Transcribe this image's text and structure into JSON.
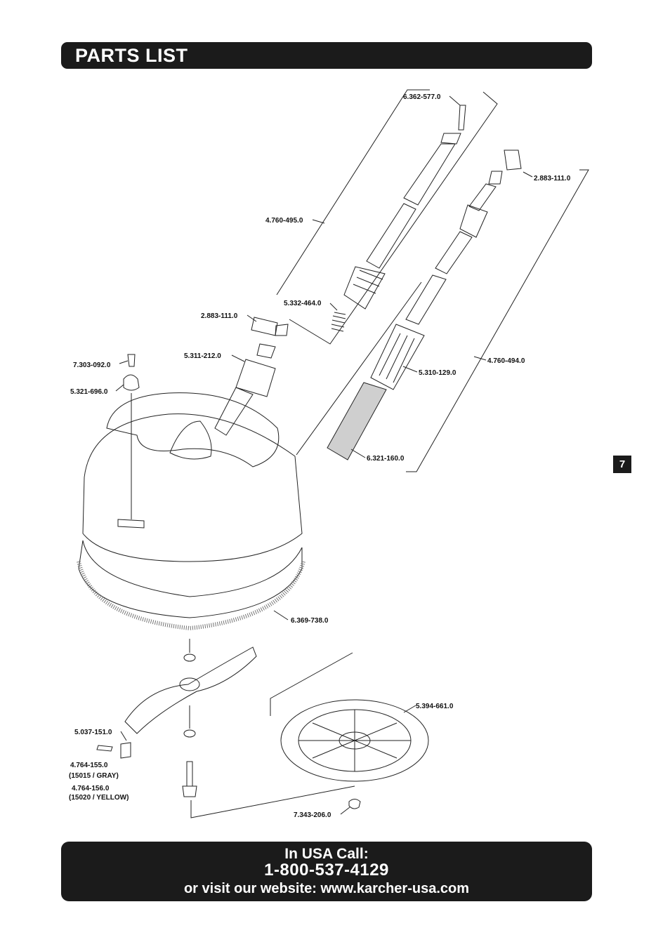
{
  "header": {
    "title": "PARTS LIST"
  },
  "page_tab": "7",
  "parts": [
    {
      "id": "p1",
      "number": "6.362-577.0"
    },
    {
      "id": "p2",
      "number": "2.883-111.0"
    },
    {
      "id": "p3",
      "number": "4.760-495.0"
    },
    {
      "id": "p4",
      "number": "5.332-464.0"
    },
    {
      "id": "p5",
      "number": "2.883-111.0"
    },
    {
      "id": "p6",
      "number": "5.311-212.0"
    },
    {
      "id": "p7",
      "number": "7.303-092.0"
    },
    {
      "id": "p8",
      "number": "5.321-696.0"
    },
    {
      "id": "p9",
      "number": "5.310-129.0"
    },
    {
      "id": "p10",
      "number": "4.760-494.0"
    },
    {
      "id": "p11",
      "number": "6.321-160.0"
    },
    {
      "id": "p12",
      "number": "6.369-738.0"
    },
    {
      "id": "p13",
      "number": "5.394-661.0"
    },
    {
      "id": "p14",
      "number": "5.037-151.0"
    },
    {
      "id": "p15",
      "number": "4.764-155.0"
    },
    {
      "id": "p15b",
      "number": "(15015 / GRAY)"
    },
    {
      "id": "p16",
      "number": "4.764-156.0"
    },
    {
      "id": "p16b",
      "number": "(15020 / YELLOW)"
    },
    {
      "id": "p17",
      "number": "7.343-206.0"
    }
  ],
  "footer": {
    "line1": "In USA Call:",
    "phone": "1-800-537-4129",
    "line3": "or visit our website: www.karcher-usa.com"
  }
}
